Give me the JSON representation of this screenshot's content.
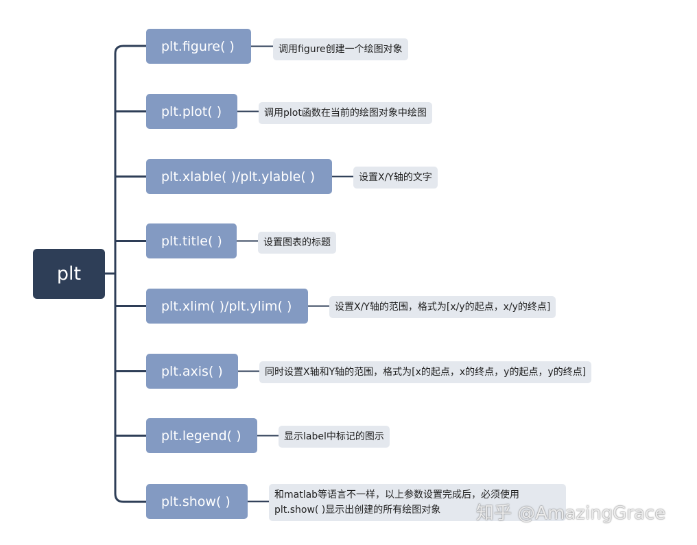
{
  "root": {
    "label": "plt"
  },
  "nodes": [
    {
      "func": "plt.figure( )",
      "desc": "调用figure创建一个绘图对象"
    },
    {
      "func": "plt.plot( )",
      "desc": "调用plot函数在当前的绘图对象中绘图"
    },
    {
      "func": "plt.xlable( )/plt.ylable( )",
      "desc": "设置X/Y轴的文字"
    },
    {
      "func": "plt.title( )",
      "desc": "设置图表的标题"
    },
    {
      "func": "plt.xlim( )/plt.ylim( )",
      "desc": "设置X/Y轴的范围，格式为[x/y的起点，x/y的终点]"
    },
    {
      "func": "plt.axis( )",
      "desc": "同时设置X轴和Y轴的范围，格式为[x的起点，x的终点，y的起点，y的终点]"
    },
    {
      "func": "plt.legend( )",
      "desc": "显示label中标记的图示"
    },
    {
      "func": "plt.show( )",
      "desc": "和matlab等语言不一样，以上参数设置完成后，必须使用plt.show( )显示出创建的所有绘图对象"
    }
  ],
  "watermark": "知乎 @AmazingGrace",
  "colors": {
    "root": "#2e3e57",
    "func": "#839ac2",
    "desc": "#e4e8ee",
    "line": "#2e3e57"
  }
}
